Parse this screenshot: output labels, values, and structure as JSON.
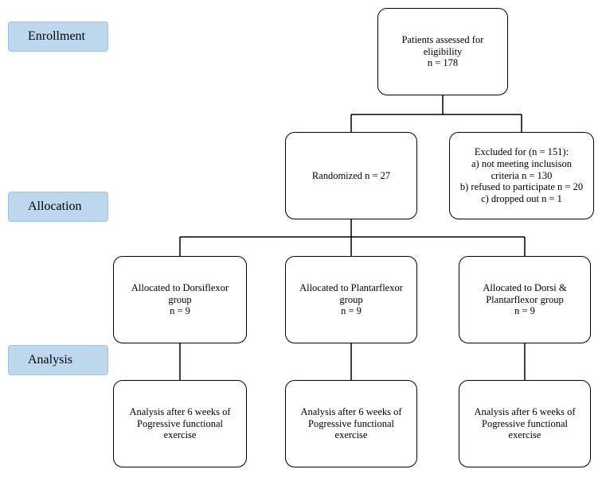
{
  "stages": {
    "enrollment": "Enrollment",
    "allocation": "Allocation",
    "analysis": "Analysis"
  },
  "assessed": {
    "text": "Patients assessed for\neligibility",
    "n": "n = 178"
  },
  "randomized": {
    "text": "Randomized n = 27"
  },
  "excluded": {
    "title": "Excluded for (n = 151):",
    "reason_a": "a) not meeting inclusison\ncriteria n = 130",
    "reason_b": "b) refused to participate n = 20",
    "reason_c": "c) dropped out n = 1"
  },
  "groups": [
    {
      "text": "Allocated to Dorsiflexor\ngroup",
      "n": "n = 9"
    },
    {
      "text": "Allocated to Plantarflexor\ngroup",
      "n": "n = 9"
    },
    {
      "text": "Allocated to Dorsi &\nPlantarflexor group",
      "n": "n = 9"
    }
  ],
  "analysis": [
    {
      "text": "Analysis after 6 weeks of\nPogressive functional\nexercise"
    },
    {
      "text": "Analysis after 6 weeks of\nPogressive functional\nexercise"
    },
    {
      "text": "Analysis after 6 weeks of\nPogressive functional\nexercise"
    }
  ]
}
